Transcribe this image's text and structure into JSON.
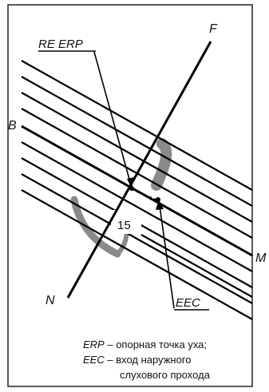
{
  "figure": {
    "labels": {
      "f": "F",
      "b": "B",
      "m": "M",
      "n": "N",
      "re_erp": "RE ERP",
      "eec": "EEC",
      "distance": "15"
    },
    "caption": {
      "line1_term": "ERP",
      "line1_text": " – опорная точка уха;",
      "line2_term": "EEC",
      "line2_text": " – вход наружного",
      "line3_text": "слухового прохода"
    }
  }
}
